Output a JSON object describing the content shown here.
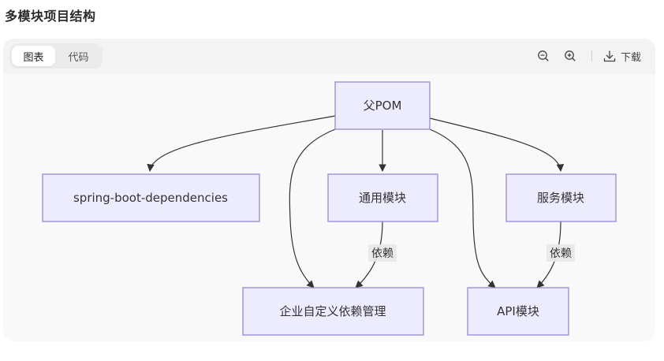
{
  "page": {
    "title": "多模块项目结构"
  },
  "toolbar": {
    "tabs": [
      {
        "label": "图表",
        "active": true
      },
      {
        "label": "代码",
        "active": false
      }
    ],
    "zoom_out_icon": "zoom-out-icon",
    "zoom_in_icon": "zoom-in-icon",
    "download_icon": "download-icon",
    "download_label": "下载"
  },
  "diagram": {
    "type": "flowchart",
    "direction": "top-down",
    "colors": {
      "node_fill": "#ececfe",
      "node_stroke": "#9b87d4",
      "edge": "#333333",
      "label_bg": "#e8e8e8"
    },
    "nodes": [
      {
        "id": "parent",
        "label": "父POM"
      },
      {
        "id": "springboot",
        "label": "spring-boot-dependencies"
      },
      {
        "id": "common",
        "label": "通用模块"
      },
      {
        "id": "service",
        "label": "服务模块"
      },
      {
        "id": "enterprise",
        "label": "企业自定义依赖管理"
      },
      {
        "id": "api",
        "label": "API模块"
      }
    ],
    "edges": [
      {
        "from": "parent",
        "to": "springboot",
        "label": ""
      },
      {
        "from": "parent",
        "to": "enterprise",
        "label": ""
      },
      {
        "from": "parent",
        "to": "common",
        "label": ""
      },
      {
        "from": "parent",
        "to": "api",
        "label": ""
      },
      {
        "from": "parent",
        "to": "service",
        "label": ""
      },
      {
        "from": "common",
        "to": "enterprise",
        "label": "依赖"
      },
      {
        "from": "service",
        "to": "api",
        "label": "依赖"
      }
    ]
  }
}
